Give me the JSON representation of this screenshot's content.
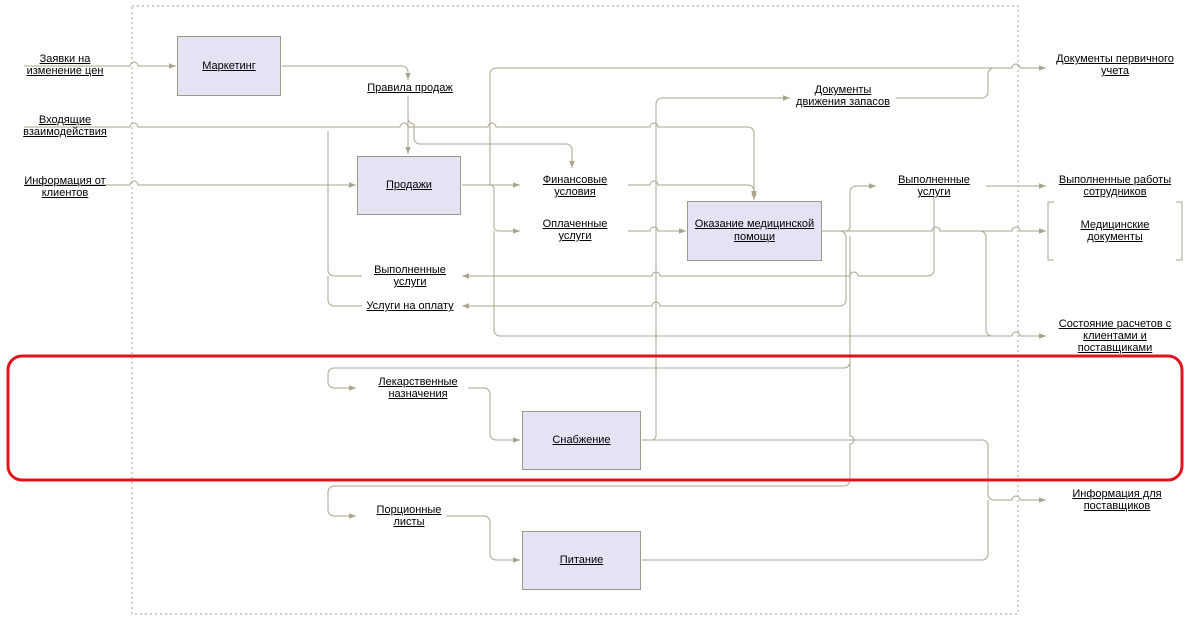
{
  "colors": {
    "flow": "#a9a48c",
    "box_fill": "#e3e3f4",
    "box_border": "#9a9a88",
    "boundary": "#a9a48c",
    "highlight": "#e0141e"
  },
  "boxes": {
    "marketing": "Маркетинг",
    "sales": "Продажи",
    "medical": "Оказание медицинской помощи",
    "supply": "Снабжение",
    "food": "Питание"
  },
  "inputs": {
    "price_requests": "Заявки на изменение цен",
    "incoming": "Входящие взаимодействия",
    "client_info": "Информация от клиентов"
  },
  "outputs": {
    "primary_docs": "Документы первичного учета",
    "staff_work": "Выполненные работы сотрудников",
    "med_docs": "Медицинские документы",
    "settlements": "Состояние расчетов с клиентами и поставщиками",
    "supplier_info": "Информация для поставщиков"
  },
  "flows": {
    "sales_rules": "Правила продаж",
    "inventory_docs": "Документы движения запасов",
    "fin_terms": "Финансовые условия",
    "paid_services": "Оплаченные услуги",
    "done_services_right": "Выполненные услуги",
    "done_services_left": "Выполненные услуги",
    "services_to_pay": "Услуги на оплату",
    "drug_orders": "Лекарственные назначения",
    "portion_sheets": "Порционные листы"
  }
}
